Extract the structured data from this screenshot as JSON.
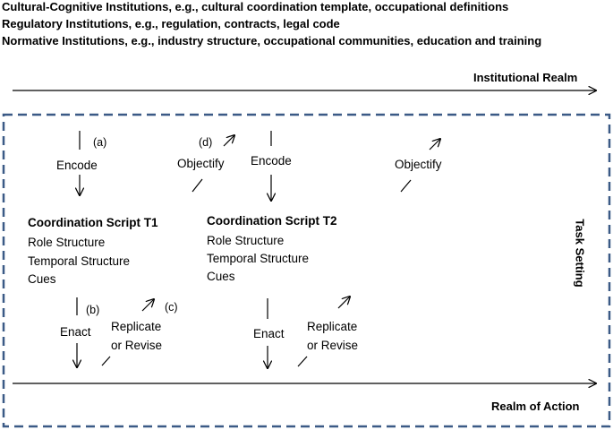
{
  "header": {
    "line1": "Cultural-Cognitive Institutions, e.g., cultural coordination template, occupational definitions",
    "line2": "Regulatory Institutions, e.g., regulation, contracts, legal code",
    "line3": "Normative Institutions, e.g., industry structure, occupational communities, education and training"
  },
  "realms": {
    "institutional": "Institutional Realm",
    "action": "Realm of Action",
    "task_setting": "Task Setting"
  },
  "labels": {
    "a": "(a)",
    "b": "(b)",
    "c": "(c)",
    "d": "(d)",
    "encode": "Encode",
    "objectify": "Objectify",
    "enact": "Enact",
    "replicate": "Replicate",
    "or_revise": "or Revise"
  },
  "script_t1": {
    "title": "Coordination Script T1",
    "role": "Role Structure",
    "temporal": "Temporal Structure",
    "cues": "Cues"
  },
  "script_t2": {
    "title": "Coordination Script T2",
    "role": "Role Structure",
    "temporal": "Temporal Structure",
    "cues": "Cues"
  }
}
